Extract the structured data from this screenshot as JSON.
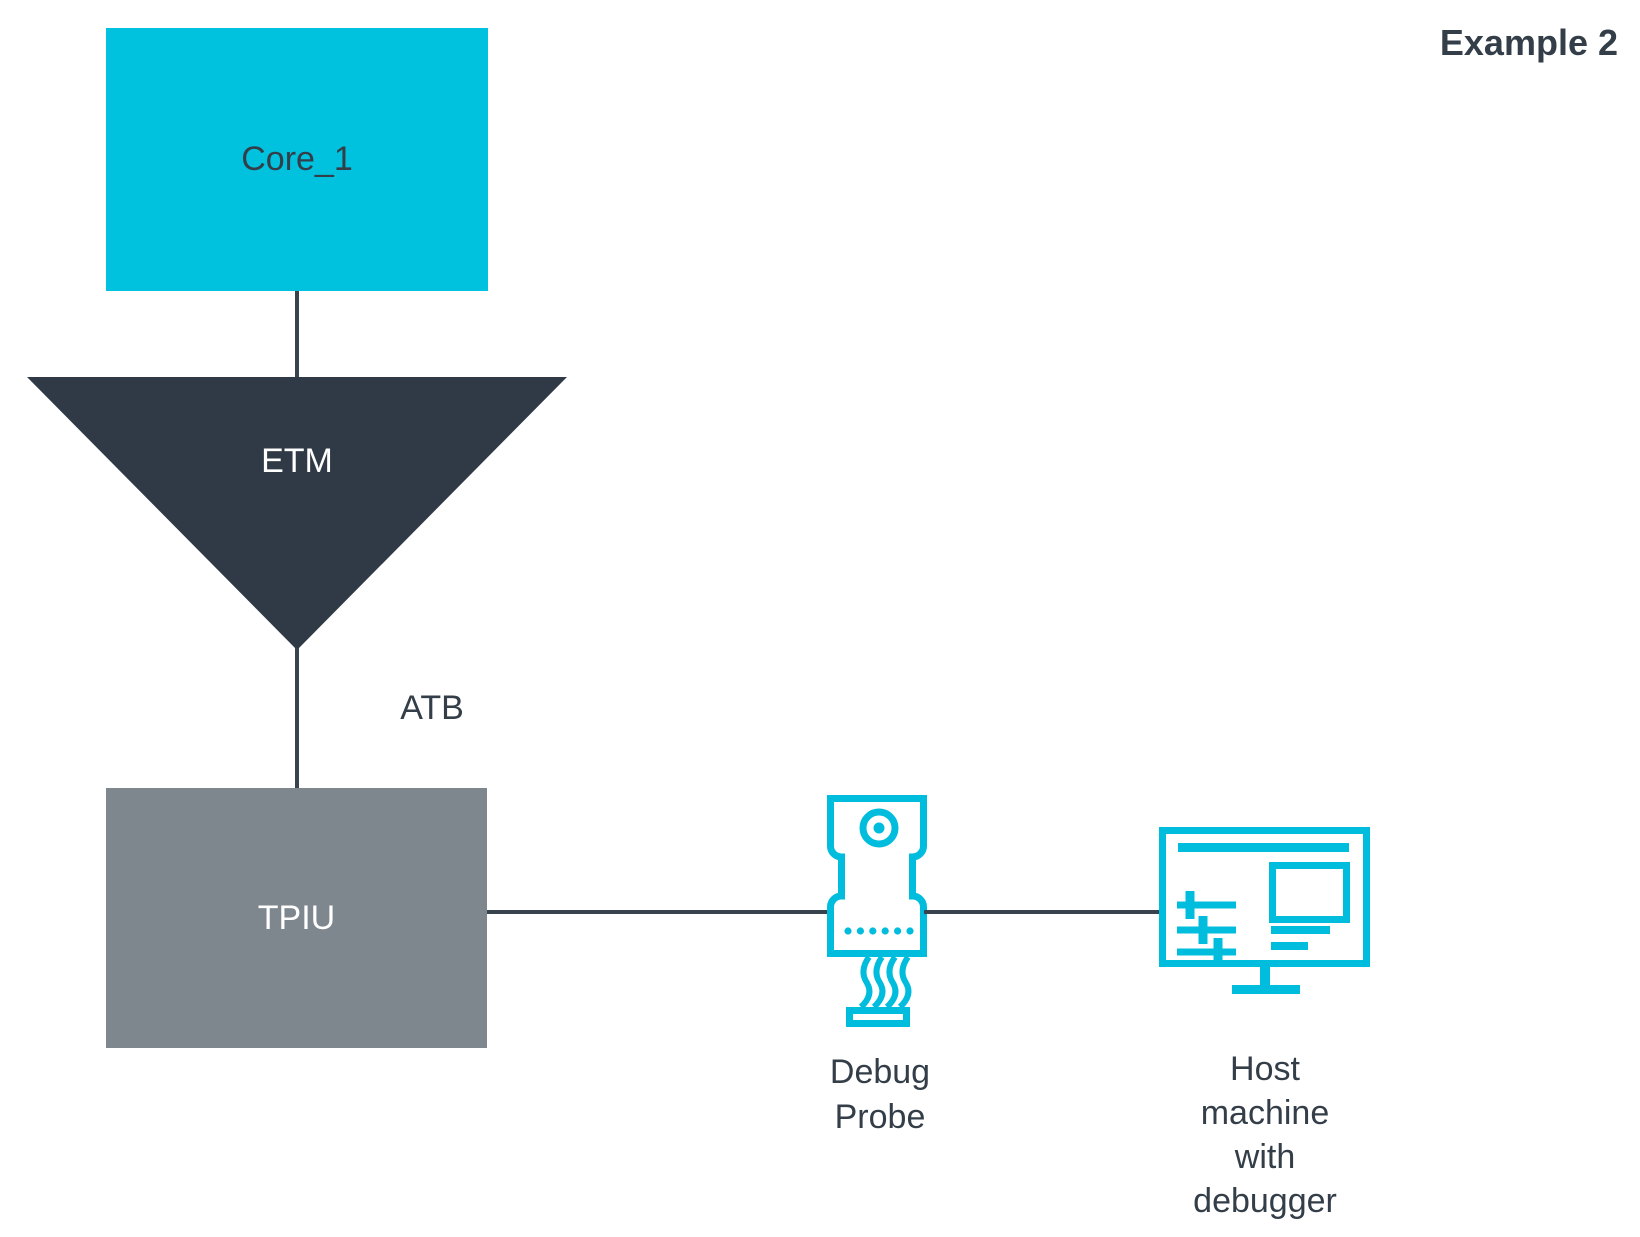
{
  "title": "Example 2",
  "diagram": {
    "core_box": {
      "label": "Core_1",
      "fill": "#00C1DE"
    },
    "etm_funnel": {
      "label": "ETM",
      "fill": "#2F3A46"
    },
    "bus_label": "ATB",
    "tpiu_box": {
      "label": "TPIU",
      "fill": "#7E868E"
    },
    "debug_probe": {
      "label": "Debug\nProbe"
    },
    "host_machine": {
      "label": "Host\nmachine\nwith\ndebugger"
    },
    "colors": {
      "accent_cyan": "#00C1DE",
      "icon_cyan": "#00BCDD",
      "dark_slate": "#333E48",
      "funnel_dark": "#2F3A46",
      "gray": "#7E868E",
      "line": "#39434D"
    }
  }
}
